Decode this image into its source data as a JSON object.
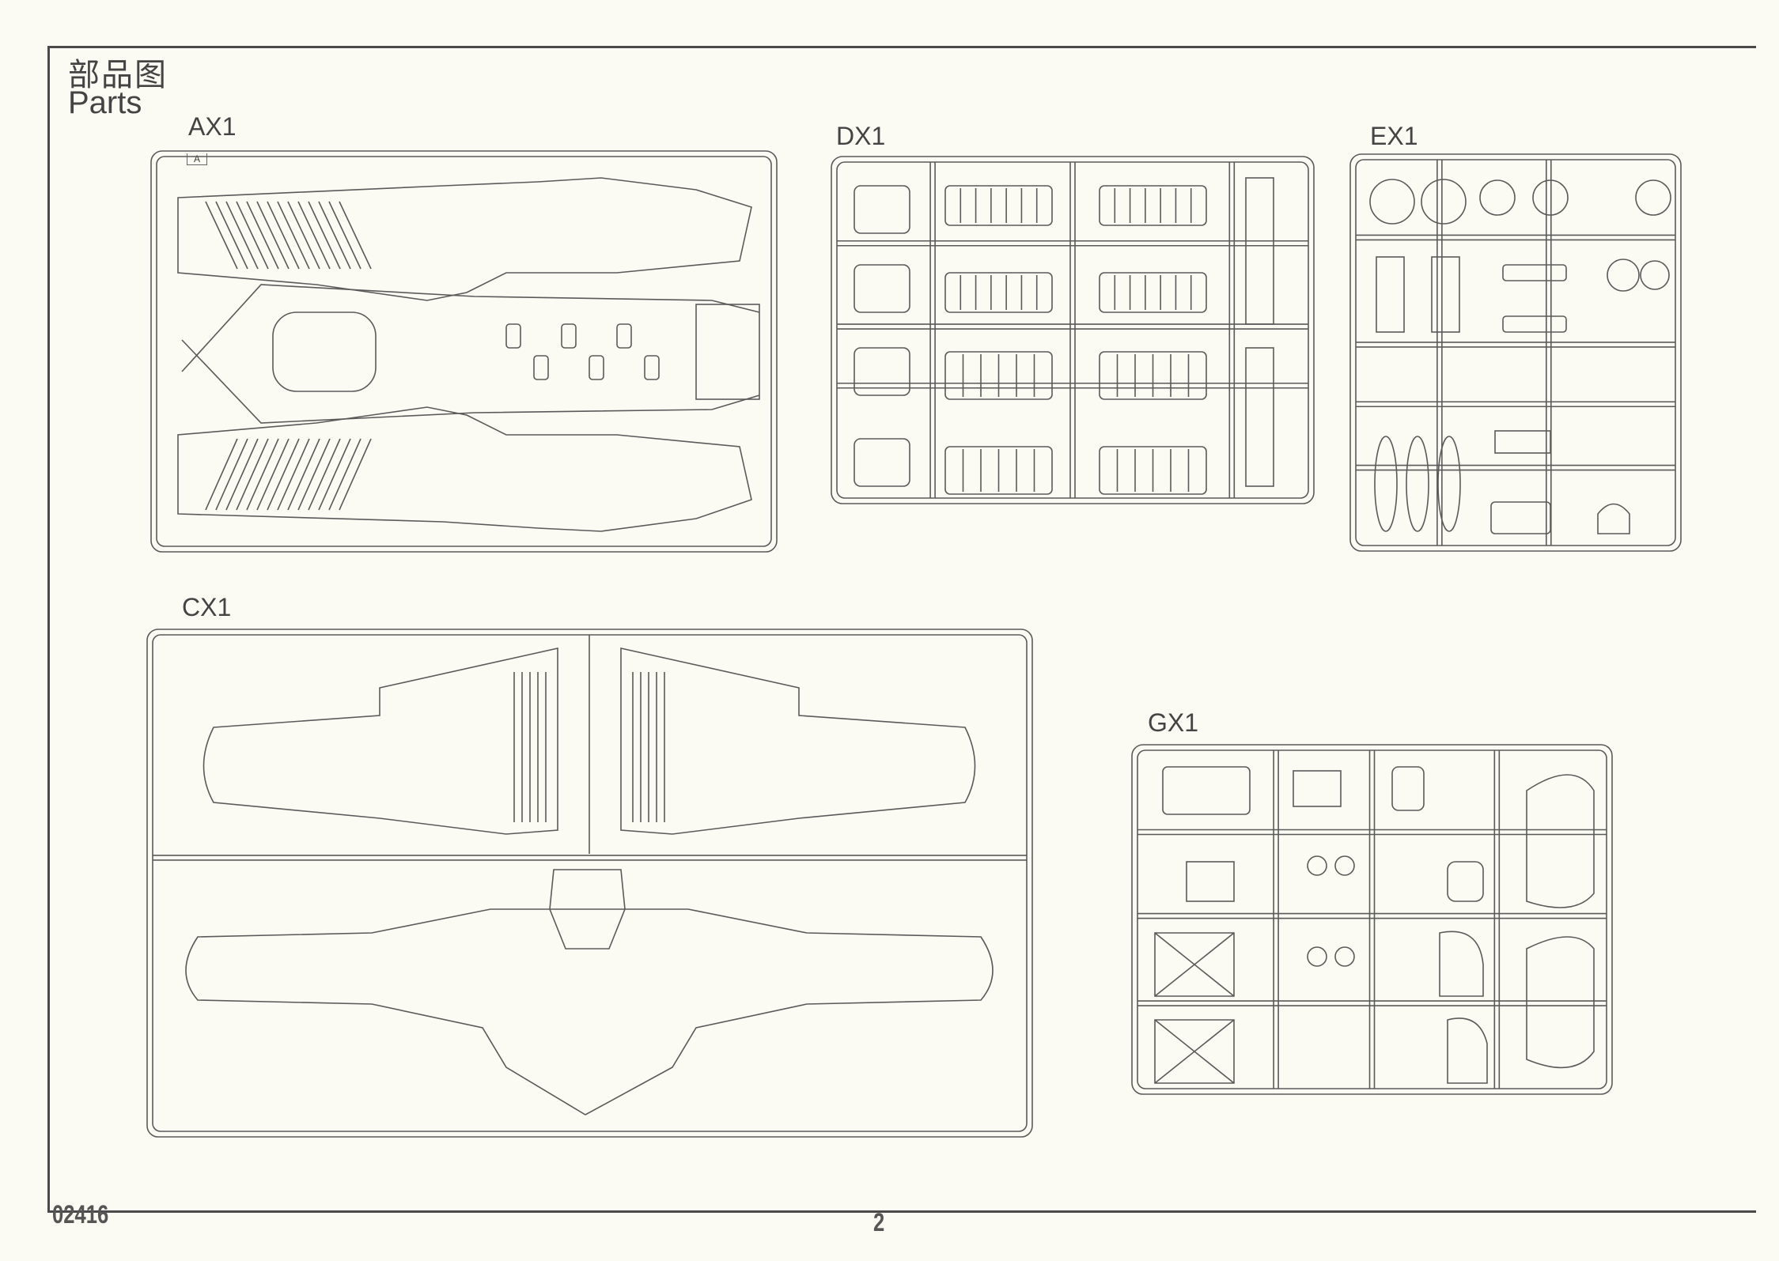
{
  "header": {
    "title_cn": "部品图",
    "title_en": "Parts"
  },
  "sprues": [
    {
      "id": "AX1",
      "label": "AX1",
      "corner_tag": "A"
    },
    {
      "id": "DX1",
      "label": "DX1"
    },
    {
      "id": "EX1",
      "label": "EX1"
    },
    {
      "id": "CX1",
      "label": "CX1"
    },
    {
      "id": "GX1",
      "label": "GX1"
    }
  ],
  "footer": {
    "product_code": "02416",
    "page_number": "2"
  },
  "colors": {
    "line": "#5a5a5a",
    "paper": "#fbfaf3",
    "frame": "#4a4a4a"
  }
}
